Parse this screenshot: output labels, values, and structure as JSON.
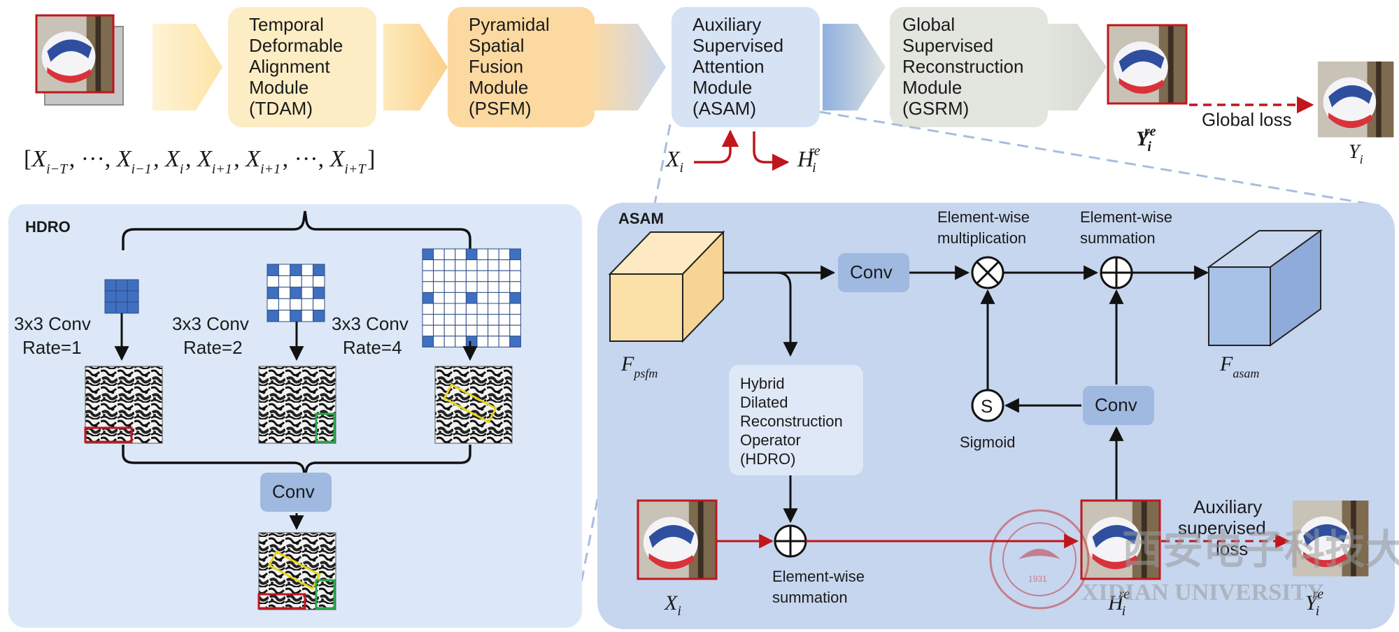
{
  "pipeline": {
    "tdam": [
      "Temporal",
      "Deformable",
      "Alignment",
      "Module",
      "(TDAM)"
    ],
    "psfm": [
      "Pyramidal",
      "Spatial",
      "Fusion",
      "Module",
      "(PSFM)"
    ],
    "asam": [
      "Auxiliary",
      "Supervised",
      "Attention",
      "Module",
      "(ASAM)"
    ],
    "gsrm": [
      "Global",
      "Supervised",
      "Reconstruction",
      "Module",
      "(GSRM)"
    ],
    "input_seq": "[X_{i−T}, ···, X_{i−1}, X_i, X_{i+1}, X_{i+1}, ···, X_{i+T}]",
    "seq_items": [
      {
        "base": "X",
        "sub": "i−T"
      },
      {
        "base": "···",
        "sub": ""
      },
      {
        "base": "X",
        "sub": "i−1"
      },
      {
        "base": "X",
        "sub": "i"
      },
      {
        "base": "X",
        "sub": "i+1"
      },
      {
        "base": "X",
        "sub": "i+1"
      },
      {
        "base": "···",
        "sub": ""
      },
      {
        "base": "X",
        "sub": "i+T"
      }
    ],
    "xi": "X",
    "xi_sub": "i",
    "hre": "H",
    "hre_sub": "i",
    "hre_sup": "re",
    "yre": "Y",
    "yre_sub": "i",
    "yre_sup": "re",
    "global_loss": "Global loss",
    "yi": "Y",
    "yi_sub": "i"
  },
  "hdro": {
    "title": "HDRO",
    "conv1": [
      "3x3 Conv",
      "Rate=1"
    ],
    "conv2": [
      "3x3 Conv",
      "Rate=2"
    ],
    "conv3": [
      "3x3 Conv",
      "Rate=4"
    ],
    "conv_box": "Conv"
  },
  "asam": {
    "title": "ASAM",
    "conv_top": "Conv",
    "conv_right": "Conv",
    "mult_label": [
      "Element-wise",
      "multiplication"
    ],
    "sum_top_label": [
      "Element-wise",
      "summation"
    ],
    "sum_bottom_label": [
      "Element-wise",
      "summation"
    ],
    "hdro_box": [
      "Hybrid",
      "Dilated",
      "Reconstruction",
      "Operator",
      "(HDRO)"
    ],
    "sigmoid_symbol": "S",
    "sigmoid_label": "Sigmoid",
    "f_psfm": "F",
    "f_psfm_sub": "psfm",
    "f_asam": "F",
    "f_asam_sub": "asam",
    "xi": "X",
    "xi_sub": "i",
    "hre": "H",
    "hre_sub": "i",
    "hre_sup": "re",
    "aux_loss": [
      "Auxiliary",
      "supervised",
      "loss"
    ],
    "yi": "Y",
    "yi_sub": "i",
    "yi_sup": "re"
  },
  "watermark": {
    "name": "XIDIAN UNIVERSITY",
    "chinese": "西安电子科技大学",
    "year": "1931"
  },
  "colors": {
    "tdam_fill": "#fdedc4",
    "psfm_fill": "#fcd9a0",
    "asam_fill": "#d6e3f5",
    "gsrm_fill": "#e3e5df",
    "panel_fill": "#dce8f8",
    "asam_panel_fill": "#c6d6ef",
    "conv_fill": "#9fb9e0",
    "grid_blue": "#3f6fc1",
    "red": "#c0161c",
    "cube_orange": "#fbe0a8",
    "cube_blue": "#a8c1e6"
  }
}
